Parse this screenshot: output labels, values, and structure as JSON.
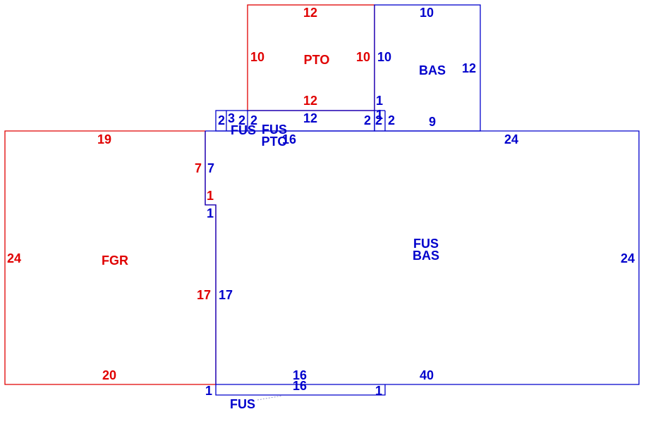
{
  "colors": {
    "red": "#e00000",
    "blue": "#0000cc"
  },
  "labels": {
    "pto_top": "PTO",
    "bas_top": "BAS",
    "fgr": "FGR",
    "fus_main": "FUS",
    "bas_main": "BAS",
    "fus_strip_1": "FUS",
    "fus_strip_2": "FUS",
    "pto_strip": "PTO",
    "fus_bottom": "FUS"
  },
  "dims": {
    "pto_top": "12",
    "pto_left": "10",
    "pto_right": "10",
    "pto_bottom": "12",
    "bas_top": "10",
    "bas_left": "10",
    "bas_right": "12",
    "bas_one": "1",
    "bas_bottom": "9",
    "strip_2a": "2",
    "strip_3": "3",
    "strip_2b": "2",
    "strip_2c": "2",
    "strip_12": "12",
    "strip_16": "16",
    "strip_2d": "2",
    "strip_2e": "2",
    "strip_1": "1",
    "strip_2f": "2",
    "main_top": "24",
    "fgr_top": "19",
    "fgr_left": "24",
    "fgr_bottom": "20",
    "seg_7_red": "7",
    "seg_7_blue": "7",
    "seg_1_red": "1",
    "seg_1_blue": "1",
    "seg_17_red": "17",
    "seg_17_blue": "17",
    "main_right": "24",
    "main_bottom_16": "16",
    "main_bottom_40": "40",
    "bottom_strip_16": "16",
    "bottom_strip_left": "1",
    "bottom_strip_right": "1"
  }
}
